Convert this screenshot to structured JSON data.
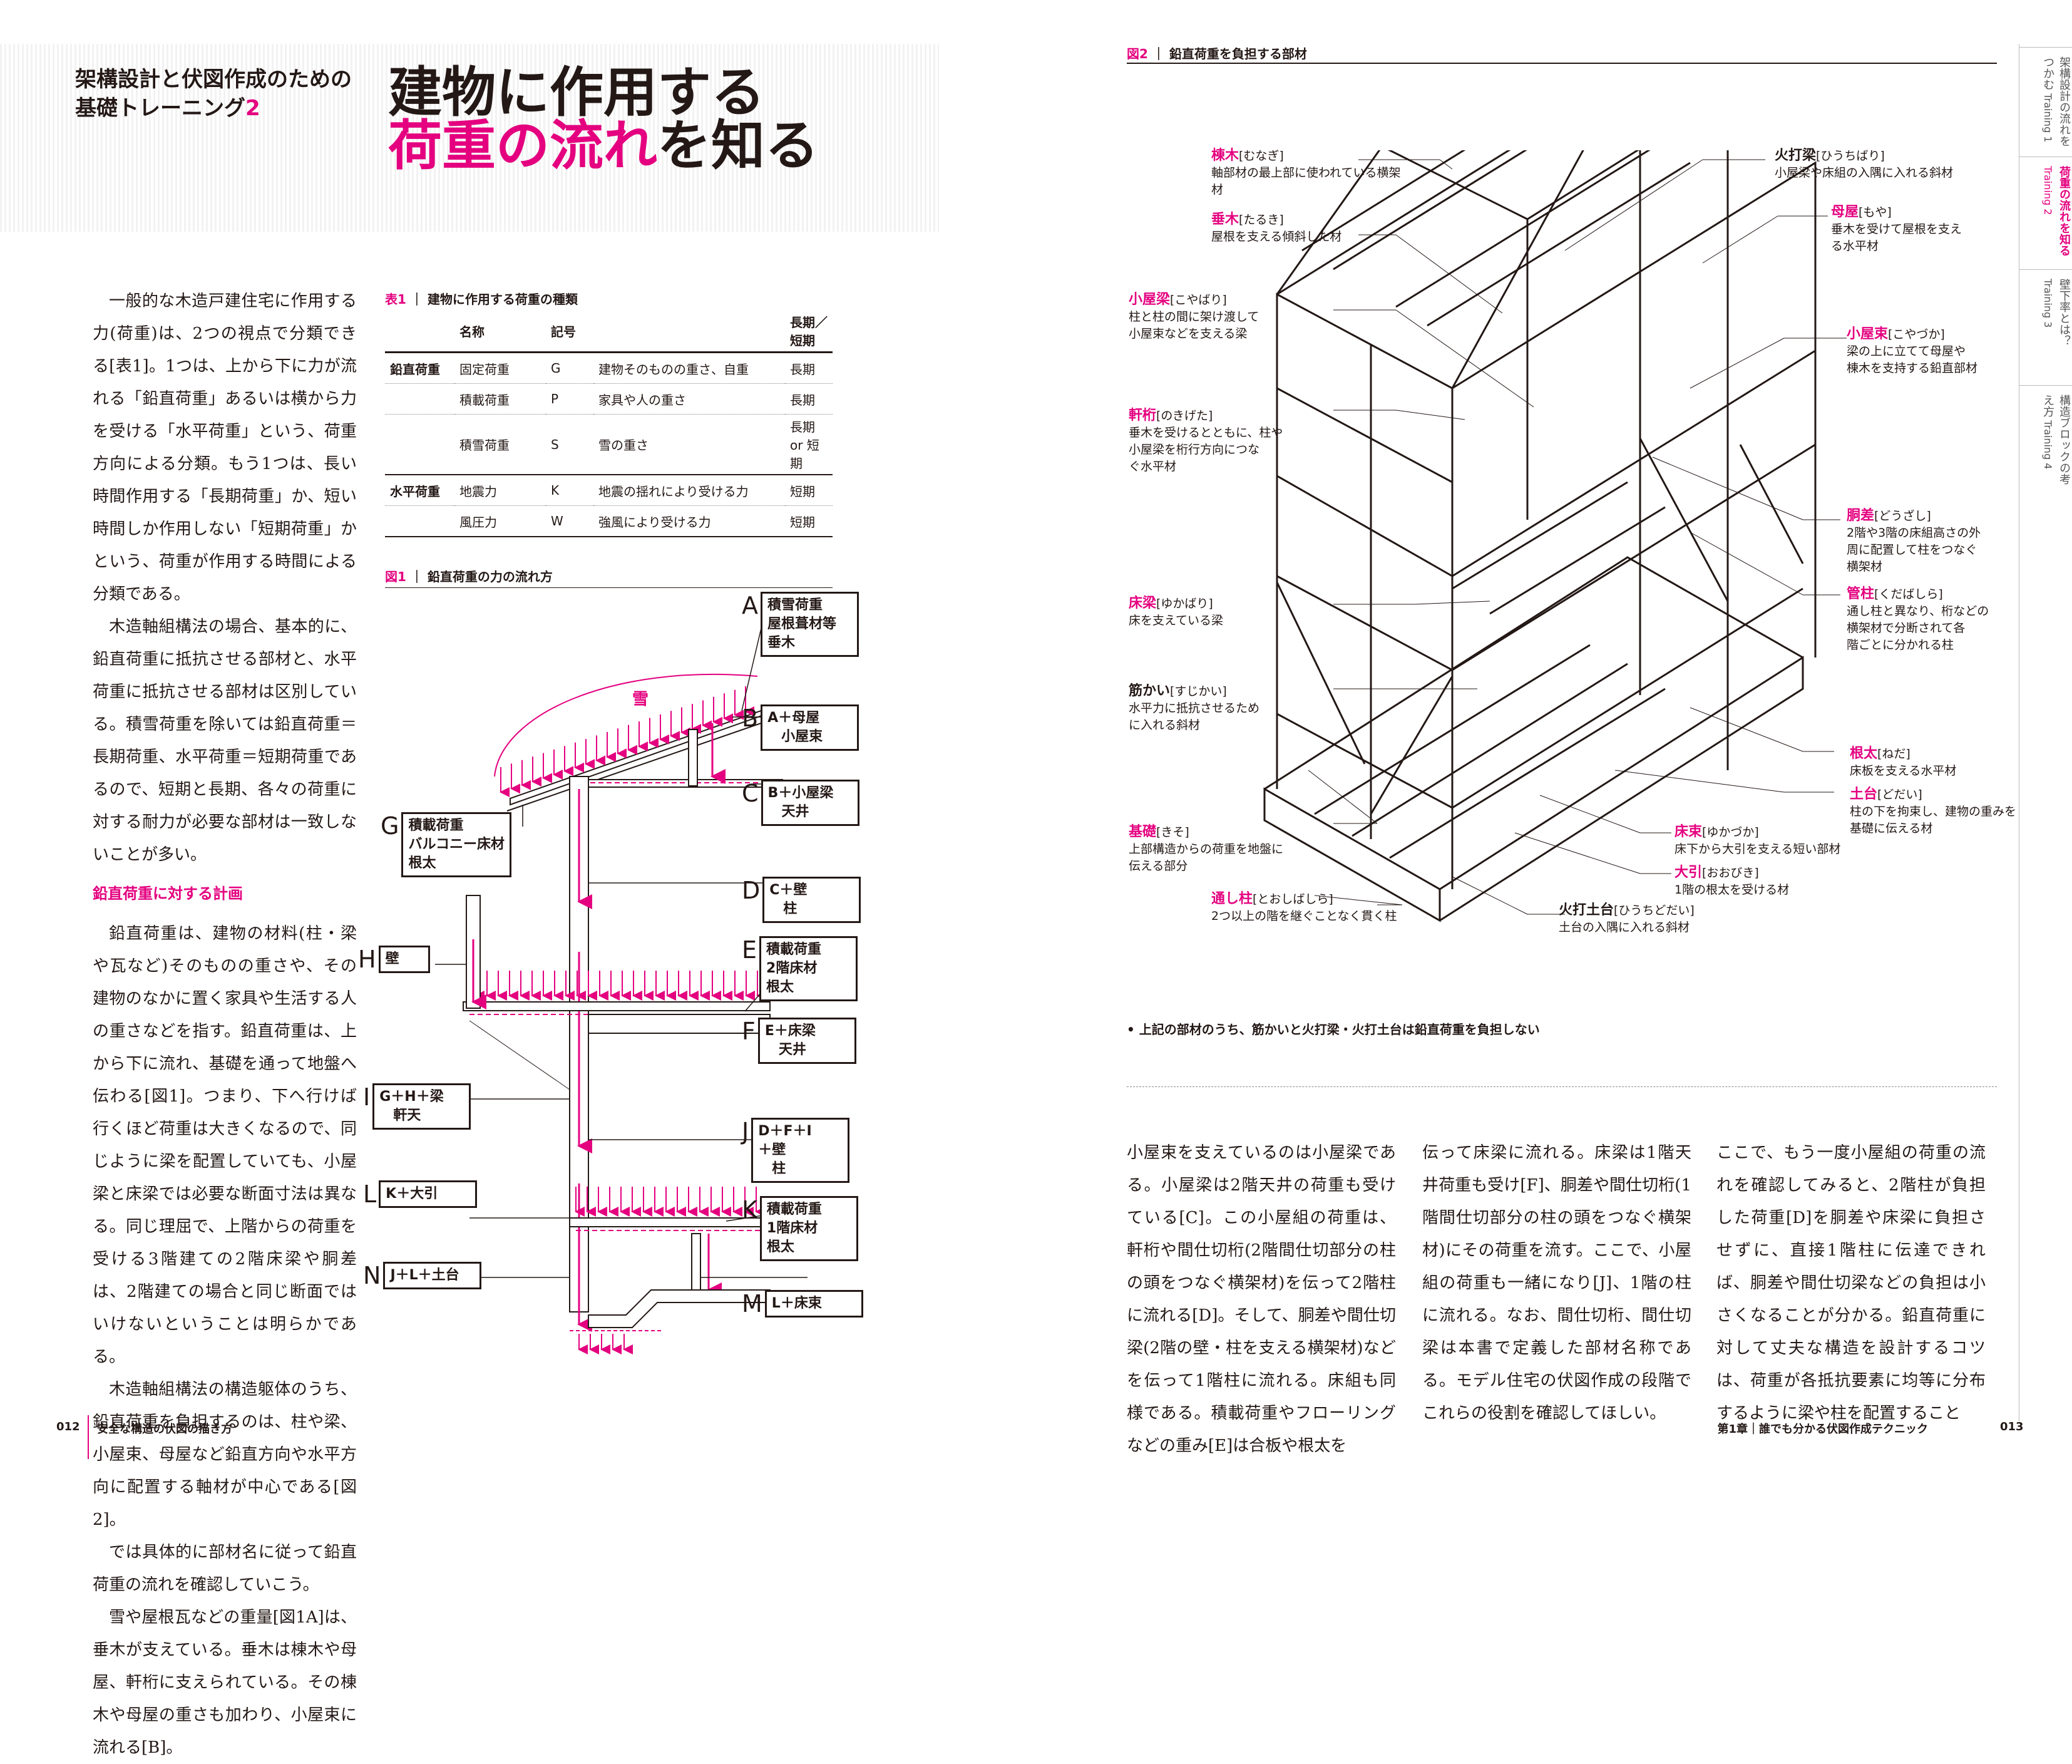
{
  "header": {
    "series_line1": "架構設計と伏図作成のための",
    "series_line2": "基礎トレーニング",
    "series_num": "2",
    "title_line1": "建物に作用する",
    "title_line2_mag": "荷重の流れ",
    "title_line2_rest": "を知る"
  },
  "left_text": {
    "p1": [
      "一般的な木造戸建住宅に作用する",
      "力(荷重)は、2つの視点で分類できる[表",
      "1]。1つは、上から下に力が流れる「鉛",
      "直荷重」あるいは横から力を受ける「水",
      "平荷重」という、荷重方向による分類。",
      "もう1つは、長い時間作用する「長期",
      "荷重」か、短い時間しか作用しない「短",
      "期荷重」かという、荷重が作用する時間",
      "による分類である。"
    ],
    "p2": [
      "木造軸組構法の場合、基本的に、鉛",
      "直荷重に抵抗させる部材と、水平荷重",
      "に抵抗させる部材は区別している。積",
      "雪荷重を除いては鉛直荷重＝長期荷",
      "重、水平荷重＝短期荷重であるので、",
      "短期と長期、各々の荷重に対する耐力",
      "が必要な部材は一致しないことが多い。"
    ],
    "subhead": "鉛直荷重に対する計画",
    "p3": [
      "鉛直荷重は、建物の材料(柱・梁や瓦",
      "など)そのものの重さや、その建物のな",
      "かに置く家具や生活する人の重さなど",
      "を指す。鉛直荷重は、上から下に流れ、",
      "基礎を通って地盤へ伝わる[図1]。つ",
      "まり、下へ行けば行くほど荷重は大きく",
      "なるので、同じように梁を配置していて",
      "も、小屋梁と床梁では必要な断面寸法",
      "は異なる。同じ理屈で、上階からの荷",
      "重を受ける3階建ての2階床梁や",
      "胴差は、2階建ての場合と同じ断面で",
      "はいけないということは明らかである。"
    ],
    "p4": [
      "木造軸組構法の構造躯体のうち、鉛",
      "直荷重を負担するのは、柱や梁、小屋",
      "束、母屋など鉛直方向や水平方向に配",
      "置する軸材が中心である[図2]。"
    ],
    "p5": [
      "では具体的に部材名に従って鉛直",
      "荷重の流れを確認していこう。"
    ],
    "p6": [
      "雪や屋根瓦などの重量[図1A]は、垂",
      "木が支えている。垂木は棟木や母屋、",
      "軒桁に支えられている。その棟木や母",
      "屋の重さも加わり、小屋束に流れる[B]。"
    ]
  },
  "table1": {
    "caption_no": "表1",
    "caption": "建物に作用する荷重の種類",
    "headers": [
      "名称",
      "記号",
      "",
      "長期／短期"
    ],
    "rows": [
      [
        "鉛直荷重",
        "固定荷重",
        "G",
        "建物そのものの重さ、自重",
        "長期"
      ],
      [
        "",
        "積載荷重",
        "P",
        "家具や人の重さ",
        "長期"
      ],
      [
        "",
        "積雪荷重",
        "S",
        "雪の重さ",
        "長期 or 短期"
      ],
      [
        "水平荷重",
        "地震力",
        "K",
        "地震の揺れにより受ける力",
        "短期"
      ],
      [
        "",
        "風圧力",
        "W",
        "強風により受ける力",
        "短期"
      ]
    ]
  },
  "fig1": {
    "caption_no": "図1",
    "caption": "鉛直荷重の力の流れ方",
    "snow": "雪",
    "labels": [
      {
        "letter": "A",
        "text": "積雪荷重\n屋根葺材等\n垂木"
      },
      {
        "letter": "B",
        "text": "A＋母屋\n　小屋束"
      },
      {
        "letter": "C",
        "text": "B＋小屋梁\n　天井"
      },
      {
        "letter": "D",
        "text": "C＋壁\n　柱"
      },
      {
        "letter": "E",
        "text": "積載荷重\n2階床材\n根太"
      },
      {
        "letter": "F",
        "text": "E＋床梁\n　天井"
      },
      {
        "letter": "G",
        "text": "積載荷重\nバルコニー床材\n根太"
      },
      {
        "letter": "H",
        "text": "壁"
      },
      {
        "letter": "I",
        "text": "G＋H＋梁\n　軒天"
      },
      {
        "letter": "J",
        "text": "D＋F＋I\n＋壁\n　柱"
      },
      {
        "letter": "K",
        "text": "積載荷重\n1階床材\n根太"
      },
      {
        "letter": "L",
        "text": "K＋大引"
      },
      {
        "letter": "M",
        "text": "L＋床束"
      },
      {
        "letter": "N",
        "text": "J＋L＋土台"
      }
    ]
  },
  "fig2": {
    "caption_no": "図2",
    "caption": "鉛直荷重を負担する部材",
    "callouts_left": [
      {
        "name": "棟木",
        "reading": "[むなぎ]",
        "desc": "軸部材の最上部に使われている横架材"
      },
      {
        "name": "垂木",
        "reading": "[たるき]",
        "desc": "屋根を支える傾斜した材"
      },
      {
        "name": "小屋梁",
        "reading": "[こやばり]",
        "desc": "柱と柱の間に架け渡して\n小屋束などを支える梁"
      },
      {
        "name": "軒桁",
        "reading": "[のきげた]",
        "desc": "垂木を受けるとともに、柱や\n小屋梁を桁行方向につな\nぐ水平材"
      },
      {
        "name": "床梁",
        "reading": "[ゆかばり]",
        "desc": "床を支えている梁"
      },
      {
        "name": "筋かい",
        "reading": "[すじかい]",
        "desc": "水平力に抵抗させるため\nに入れる斜材",
        "black": true
      },
      {
        "name": "基礎",
        "reading": "[きそ]",
        "desc": "上部構造からの荷重を地盤に\n伝える部分"
      },
      {
        "name": "通し柱",
        "reading": "[とおしばしら]",
        "desc": "2つ以上の階を継ぐことなく貫く柱"
      }
    ],
    "callouts_right": [
      {
        "name": "火打梁",
        "reading": "[ひうちばり]",
        "desc": "小屋梁や床組の入隅に入れる斜材",
        "black": true
      },
      {
        "name": "母屋",
        "reading": "[もや]",
        "desc": "垂木を受けて屋根を支え\nる水平材"
      },
      {
        "name": "小屋束",
        "reading": "[こやづか]",
        "desc": "梁の上に立てて母屋や\n棟木を支持する鉛直部材"
      },
      {
        "name": "胴差",
        "reading": "[どうざし]",
        "desc": "2階や3階の床組高さの外\n周に配置して柱をつなぐ\n横架材"
      },
      {
        "name": "管柱",
        "reading": "[くだばしら]",
        "desc": "通し柱と異なり、桁などの\n横架材で分断されて各\n階ごとに分かれる柱"
      },
      {
        "name": "根太",
        "reading": "[ねだ]",
        "desc": "床板を支える水平材"
      },
      {
        "name": "土台",
        "reading": "[どだい]",
        "desc": "柱の下を拘束し、建物の重みを\n基礎に伝える材"
      },
      {
        "name": "床束",
        "reading": "[ゆかづか]",
        "desc": "床下から大引を支える短い部材"
      },
      {
        "name": "大引",
        "reading": "[おおびき]",
        "desc": "1階の根太を受ける材"
      },
      {
        "name": "火打土台",
        "reading": "[ひうちどだい]",
        "desc": "土台の入隅に入れる斜材",
        "black": true
      }
    ],
    "note": "• 上記の部材のうち、筋かいと火打梁・火打土台は鉛直荷重を負担しない"
  },
  "right_text": {
    "col1": [
      "小屋束を支えているのは小屋梁である。",
      "小屋梁は2階天井の荷重も受けている",
      "[C]。この小屋組の荷重は、軒桁や間仕",
      "切桁(2階間仕切部分の柱の頭をつなぐ横架",
      "材)を伝って2階柱に流れる[D]。そして、",
      "胴差や間仕切梁(2階の壁・柱を支える横",
      "架材)などを伝って1階柱に流れる。",
      "床組も同様である。積載荷重やフロ",
      "ーリングなどの重み[E]は合板や根太を"
    ],
    "col2": [
      "伝って床梁に流れる。床梁は1階天井",
      "荷重も受け[F]、胴差や間仕切桁(1階間",
      "仕切部分の柱の頭をつなぐ横架材)にその",
      "荷重を流す。ここで、小屋組の荷重も一",
      "緒になり[J]、1階の柱に流れる。",
      "なお、間仕切桁、間仕切梁は本書で",
      "定義した部材名称である。モデル住宅",
      "の伏図作成の段階でこれらの役割を",
      "確認してほしい。"
    ],
    "col3": [
      "ここで、もう一度小屋組の荷重の流れ",
      "を確認してみると、2階柱が負担した荷",
      "重[D]を胴差や床梁に負担させずに、直",
      "接1階柱に伝達できれば、胴差や間仕",
      "切梁などの負担は小さくなることが分か",
      "る。",
      "鉛直荷重に対して丈夫な構造を設計",
      "するコツは、荷重が各抵抗要素に均等",
      "に分布するように梁や柱を配置すること"
    ]
  },
  "tabs": [
    {
      "label": "架構設計の流れをつかむ",
      "training": "Training 1",
      "active": false
    },
    {
      "label": "荷重の流れを知る",
      "training": "Training 2",
      "active": true
    },
    {
      "label": "壁下率とは？",
      "training": "Training 3",
      "active": false
    },
    {
      "label": "構造ブロックの考え方",
      "training": "Training 4",
      "active": false
    }
  ],
  "footer": {
    "left_num": "012",
    "left_title": "安全な構造の伏図の描き方",
    "right_title": "第1章｜誰でも分かる伏図作成テクニック",
    "right_num": "013"
  },
  "colors": {
    "accent": "#e4007f",
    "ink": "#231815"
  }
}
